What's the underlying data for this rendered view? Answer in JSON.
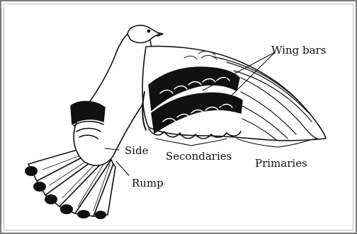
{
  "figure": {
    "labels": {
      "wing_bars": "Wing bars",
      "side": "Side",
      "secondaries": "Secondaries",
      "primaries": "Primaries",
      "rump": "Rump"
    },
    "colors": {
      "ink": "#111111",
      "background": "#ffffff",
      "frame": "#7a7a7a"
    }
  }
}
